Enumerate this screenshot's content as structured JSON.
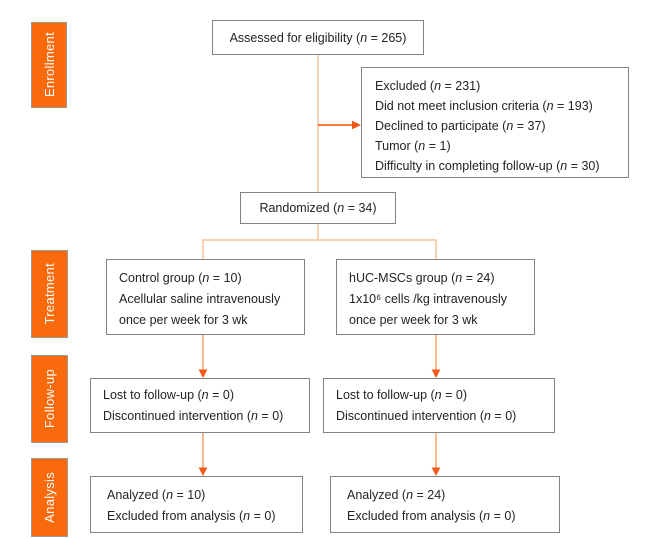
{
  "diagram": {
    "type": "consort-flowchart",
    "colors": {
      "stage_label_fill": "#F96A0D",
      "connector_light": "#FACBA6",
      "arrow_shaft": "#F8AE7E",
      "arrow_head": "#F1581A",
      "box_border": "#828282",
      "text": "#232323"
    },
    "stages": [
      {
        "label": "Enrollment"
      },
      {
        "label": "Treatment"
      },
      {
        "label": "Follow-up"
      },
      {
        "label": "Analysis"
      }
    ],
    "boxes": {
      "assessed": {
        "lines": [
          "Assessed for eligibility (n = 265)"
        ]
      },
      "excluded": {
        "lines": [
          "Excluded (n = 231)",
          "Did not meet inclusion criteria (n = 193)",
          "Declined to participate (n = 37)",
          "Tumor (n = 1)",
          "Difficulty in completing follow-up (n = 30)"
        ]
      },
      "randomized": {
        "lines": [
          "Randomized (n = 34)"
        ]
      },
      "control_group": {
        "lines": [
          "Control group (n = 10)",
          "Acellular saline intravenously",
          "once per week for 3 wk"
        ]
      },
      "huc_mscs_group": {
        "lines": [
          "hUC-MSCs group (n = 24)",
          "1x10⁶ cells /kg intravenously",
          "once per week for 3 wk"
        ]
      },
      "followup_left": {
        "lines": [
          "Lost to follow-up (n = 0)",
          "Discontinued intervention (n = 0)"
        ]
      },
      "followup_right": {
        "lines": [
          "Lost to follow-up (n = 0)",
          "Discontinued intervention (n = 0)"
        ]
      },
      "analysis_left": {
        "lines": [
          "Analyzed (n = 10)",
          "Excluded from analysis (n = 0)"
        ]
      },
      "analysis_right": {
        "lines": [
          "Analyzed (n = 24)",
          "Excluded from analysis (n = 0)"
        ]
      }
    }
  }
}
